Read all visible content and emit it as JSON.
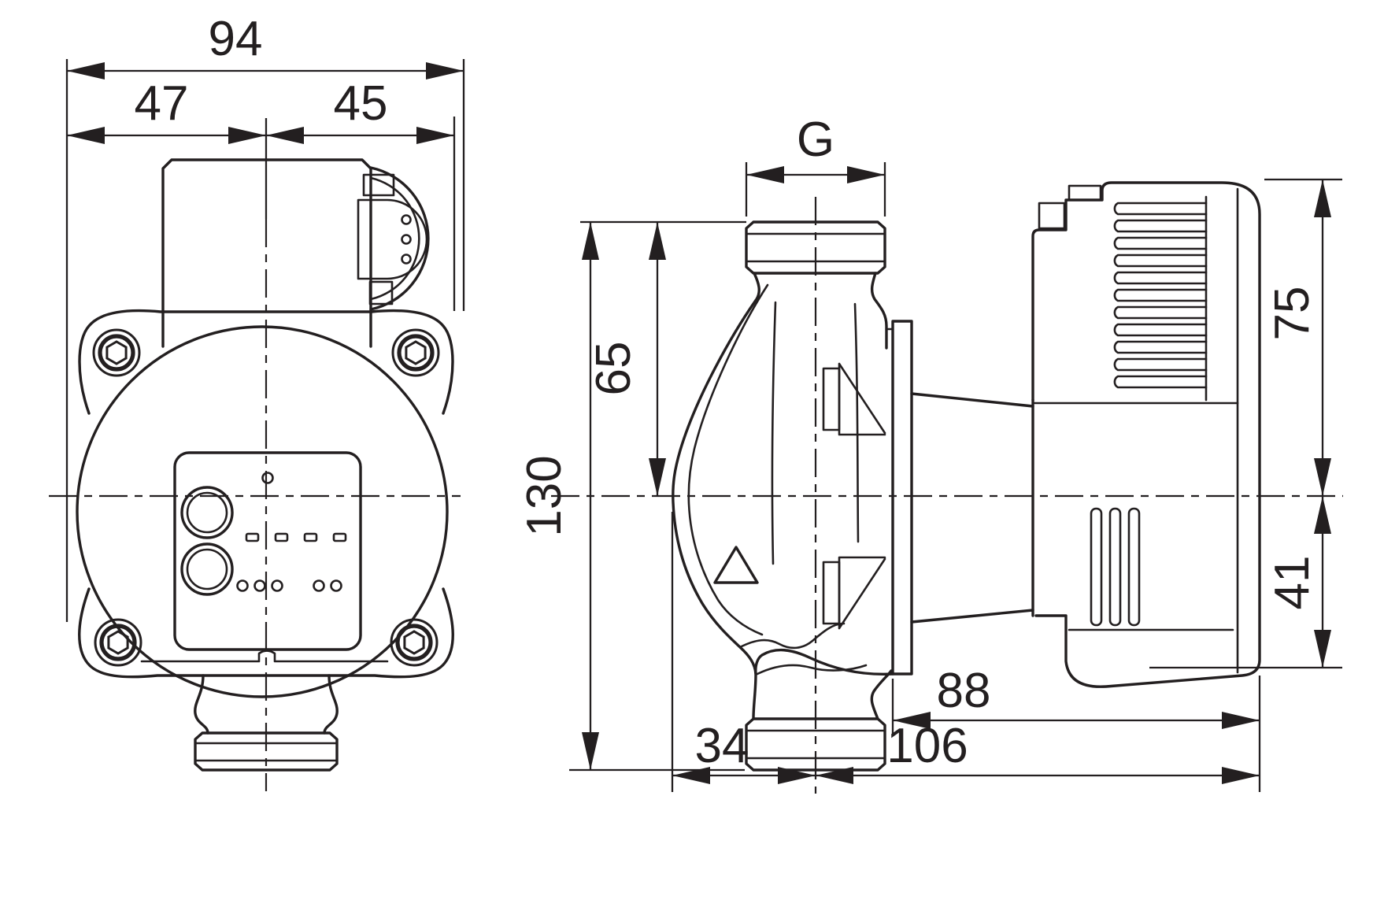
{
  "front_view": {
    "label_overall_width": "94",
    "label_axis_to_left_edge": "47",
    "label_axis_to_right_edge": "45"
  },
  "side_view": {
    "label_port_thread": "G",
    "label_axis_to_port_face": "65",
    "label_port_face_to_port_face": "130",
    "label_axis_to_housing_top": "75",
    "label_axis_to_housing_bottom": "41",
    "label_motor_flange_to_back": "88",
    "label_pipe_axis_to_back": "106",
    "label_housing_front_to_pipe_axis": "34"
  },
  "colors": {
    "line": "#231f20",
    "background": "#ffffff"
  }
}
